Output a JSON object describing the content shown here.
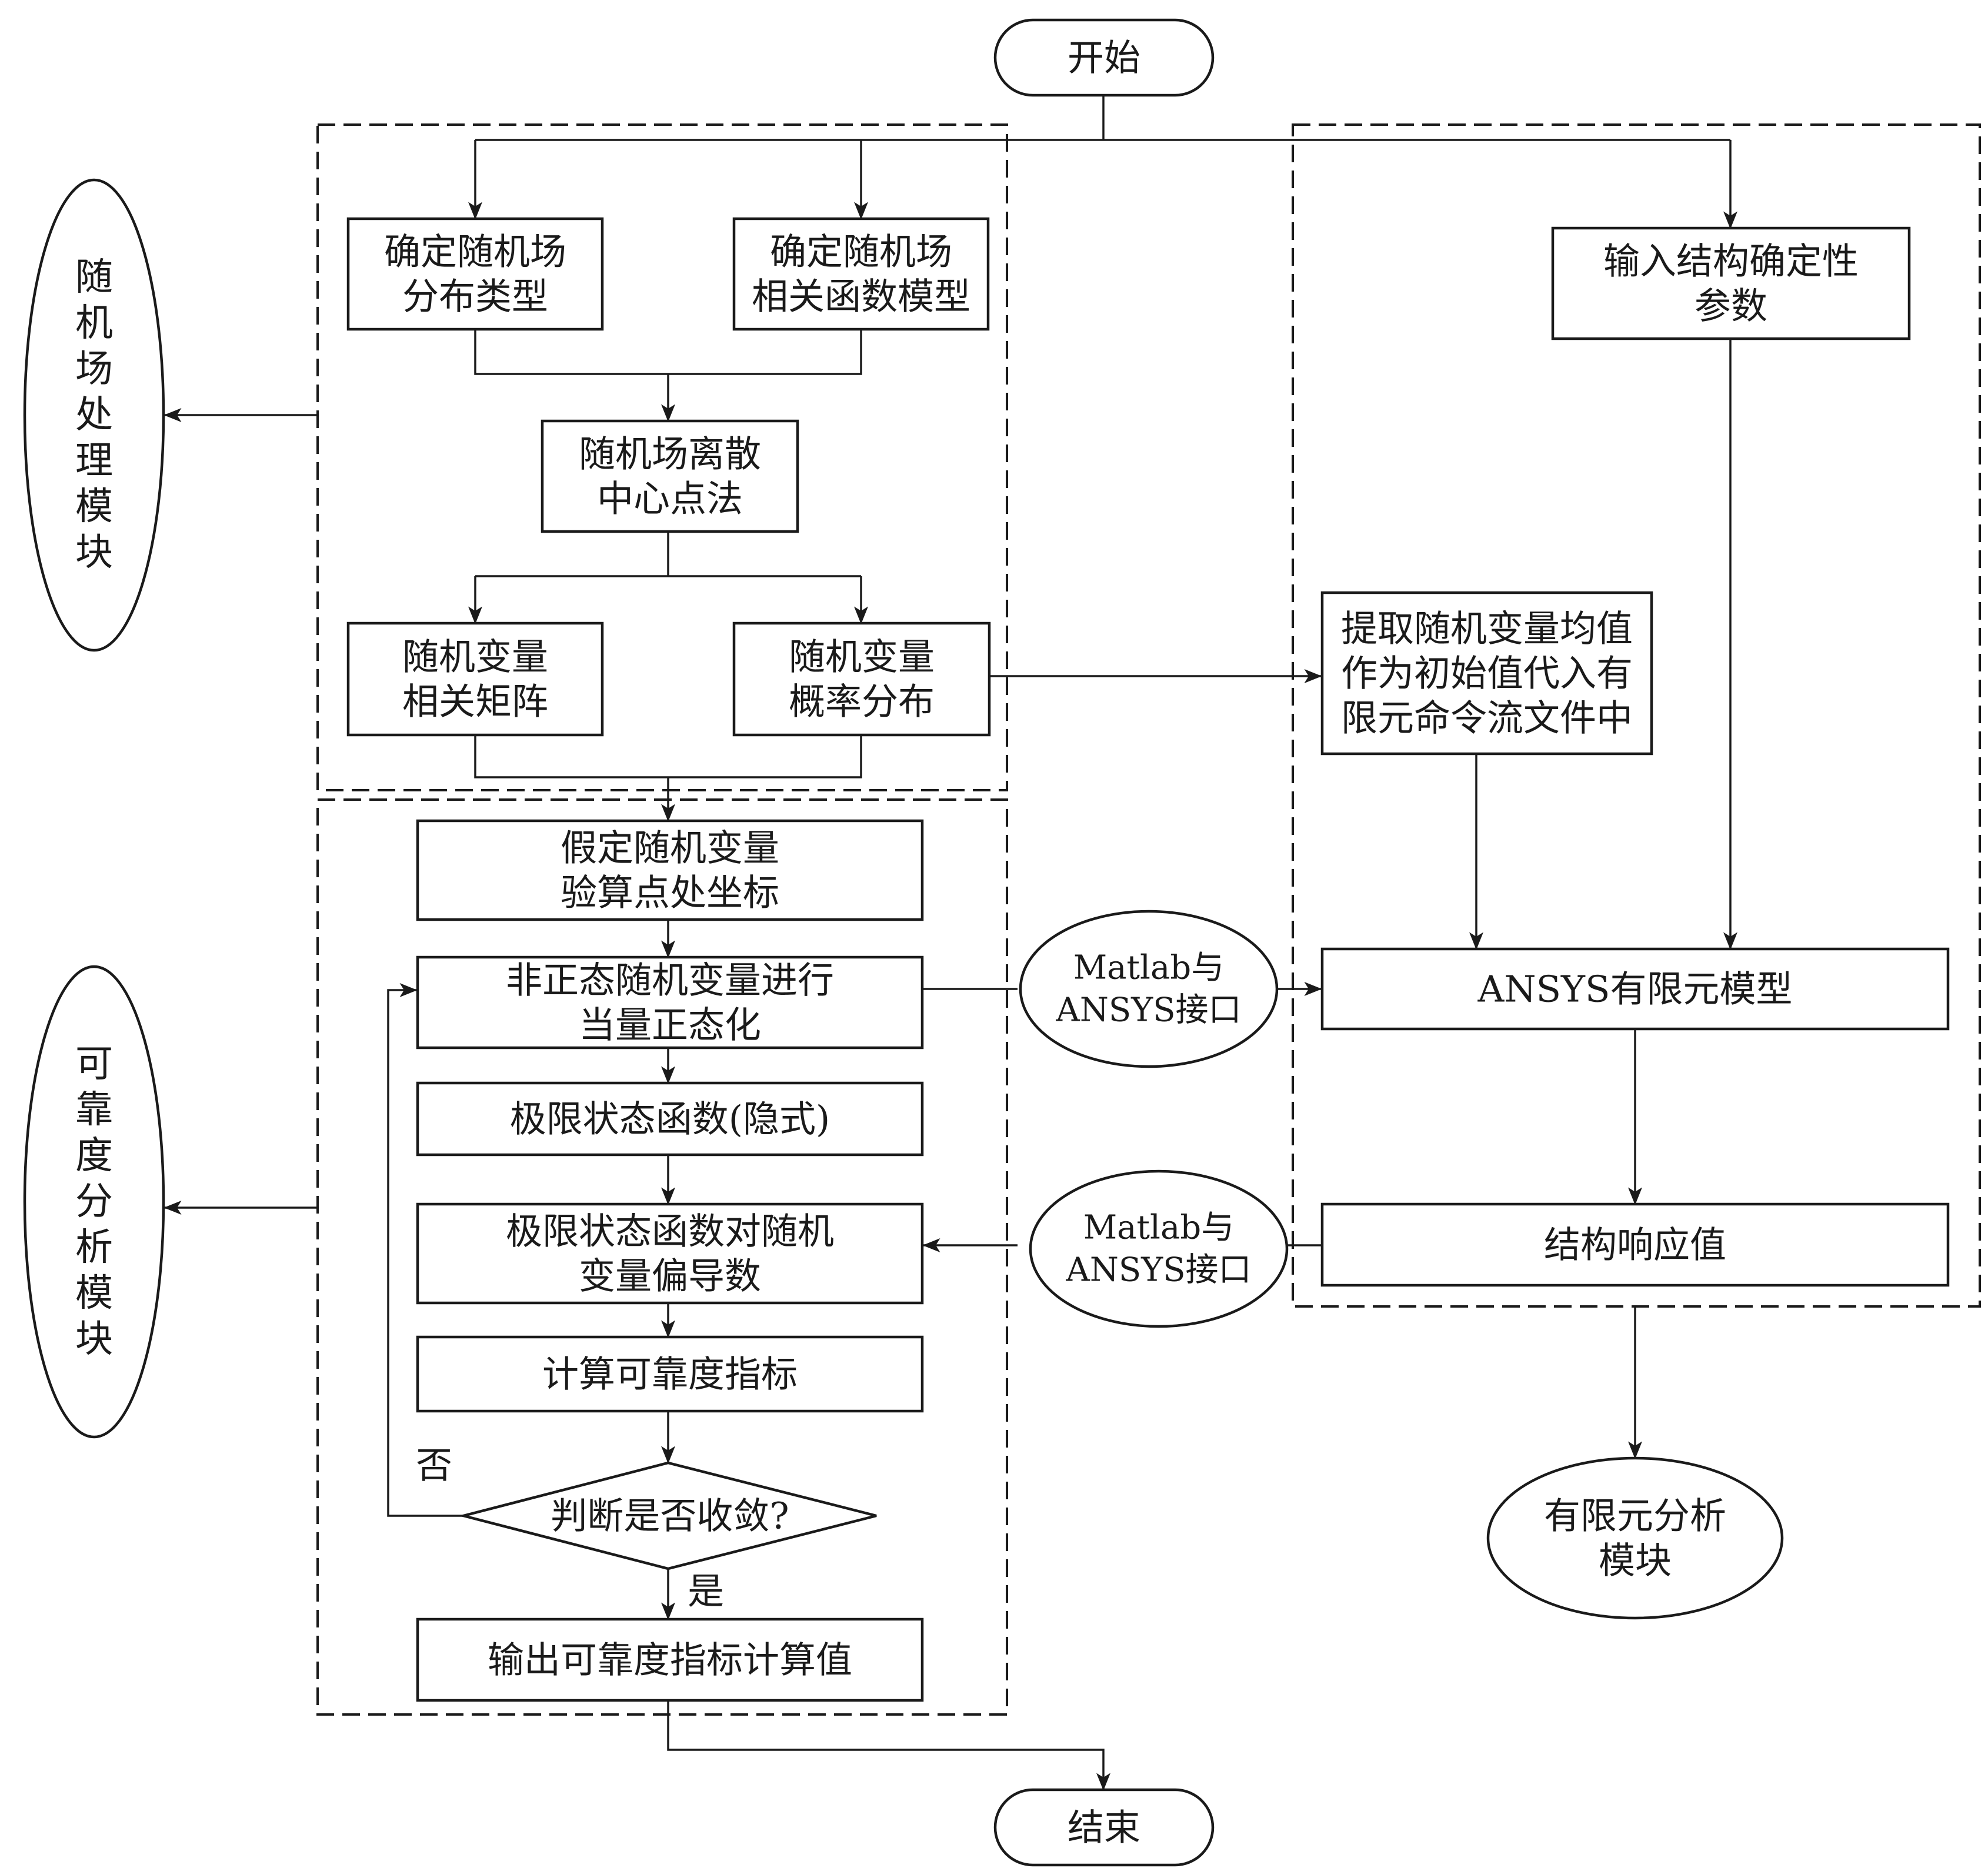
{
  "nodes": {
    "start": {
      "lines": [
        "开始"
      ]
    },
    "end": {
      "lines": [
        "结束"
      ]
    },
    "dist_type": {
      "lines": [
        "确定随机场",
        "分布类型"
      ]
    },
    "corr_func": {
      "lines": [
        "确定随机场",
        "相关函数模型"
      ]
    },
    "discretize": {
      "lines": [
        "随机场离散",
        "中心点法"
      ]
    },
    "corr_matrix": {
      "lines": [
        "随机变量",
        "相关矩阵"
      ]
    },
    "prob_dist": {
      "lines": [
        "随机变量",
        "概率分布"
      ]
    },
    "assume_point": {
      "lines": [
        "假定随机变量",
        "验算点处坐标"
      ]
    },
    "normalize": {
      "lines": [
        "非正态随机变量进行",
        "当量正态化"
      ]
    },
    "limit_func": {
      "lines": [
        "极限状态函数(隐式)"
      ]
    },
    "partial_deriv": {
      "lines": [
        "极限状态函数对随机",
        "变量偏导数"
      ]
    },
    "calc_index": {
      "lines": [
        "计算可靠度指标"
      ]
    },
    "converge": {
      "lines": [
        "判断是否收敛?"
      ]
    },
    "output": {
      "lines": [
        "输出可靠度指标计算值"
      ]
    },
    "input_params": {
      "lines": [
        "输入结构确定性",
        "参数"
      ]
    },
    "extract_mean": {
      "lines": [
        "提取随机变量均值",
        "作为初始值代入有",
        "限元命令流文件中"
      ]
    },
    "ansys_model": {
      "lines": [
        "ANSYS有限元模型"
      ]
    },
    "response": {
      "lines": [
        "结构响应值"
      ]
    },
    "interface1": {
      "lines": [
        "Matlab与",
        "ANSYS接口"
      ]
    },
    "interface2": {
      "lines": [
        "Matlab与",
        "ANSYS接口"
      ]
    },
    "fe_module": {
      "lines": [
        "有限元分析",
        "模块"
      ]
    }
  },
  "modules": {
    "random_field": {
      "label": "随机场处理模块"
    },
    "reliability": {
      "label": "可靠度分析模块"
    }
  },
  "edge_labels": {
    "no": "否",
    "yes": "是"
  },
  "colors": {
    "stroke": "#1a1a1a",
    "fill": "#ffffff"
  }
}
